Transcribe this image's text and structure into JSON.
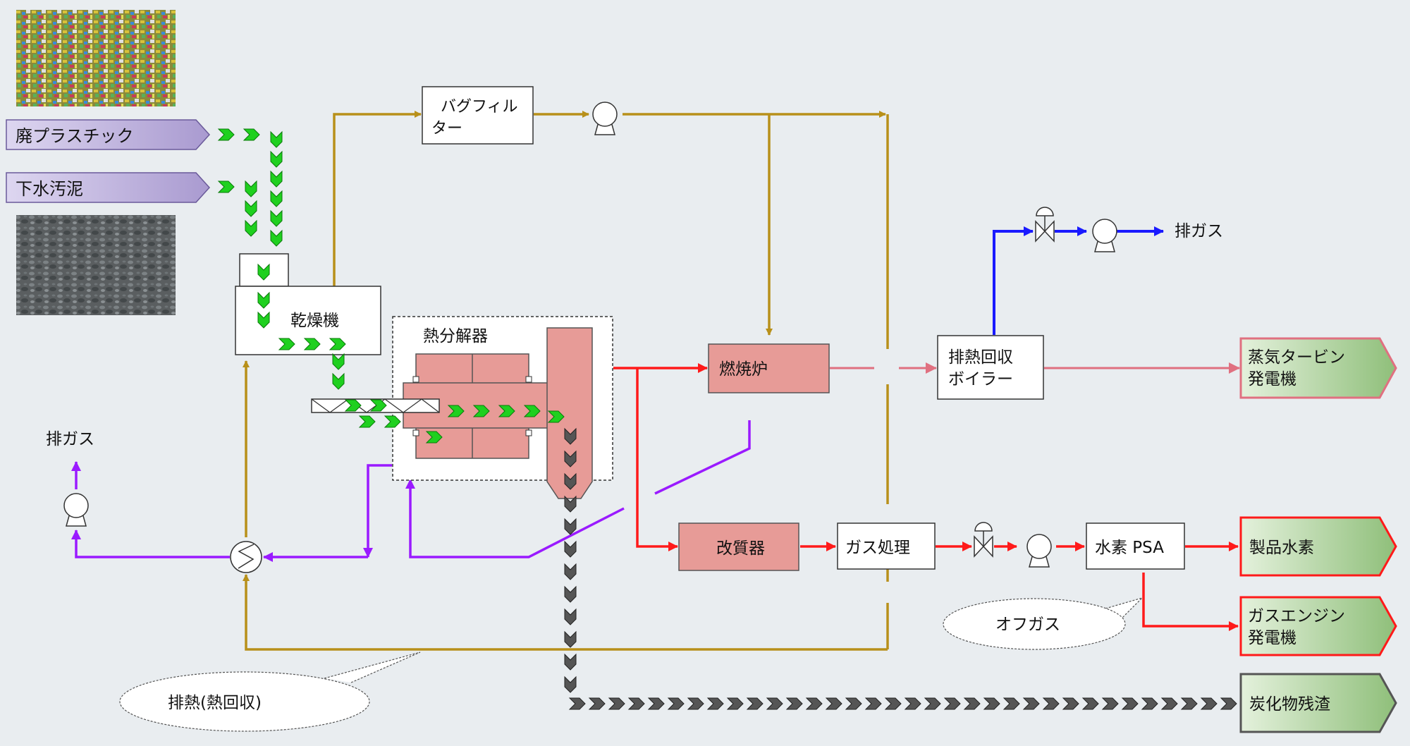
{
  "inputs": {
    "waste_plastic": "廃プラスチック",
    "sewage_sludge": "下水汚泥"
  },
  "units": {
    "dryer": "乾燥機",
    "bag_filter_line1": "バグフィル",
    "bag_filter_line2": "ター",
    "pyrolyzer": "熱分解器",
    "combustor": "燃焼炉",
    "boiler_line1": "排熱回収",
    "boiler_line2": "ボイラー",
    "reformer": "改質器",
    "gas_treatment": "ガス処理",
    "hydrogen_psa": "水素 PSA"
  },
  "outputs": {
    "steam_turbine_line1": "蒸気タービン",
    "steam_turbine_line2": "発電機",
    "product_hydrogen": "製品水素",
    "gas_engine_line1": "ガスエンジン",
    "gas_engine_line2": "発電機",
    "char_residue": "炭化物残渣"
  },
  "labels": {
    "exhaust_top": "排ガス",
    "exhaust_left": "排ガス",
    "off_gas": "オフガス",
    "waste_heat": "排熱(熱回収)"
  },
  "colors": {
    "heat_line": "#b8901a",
    "gas_line": "#ff1a1a",
    "exhaust_line": "#1a1aff",
    "heat_medium_line": "#9a1aff",
    "flue_line": "#e07080",
    "unit_pink": "#e79b97",
    "output_green": "#cde5bf",
    "input_purple": "#c9c0e3",
    "feed_chevron": "#1fd01f",
    "char_chevron": "#555555"
  }
}
